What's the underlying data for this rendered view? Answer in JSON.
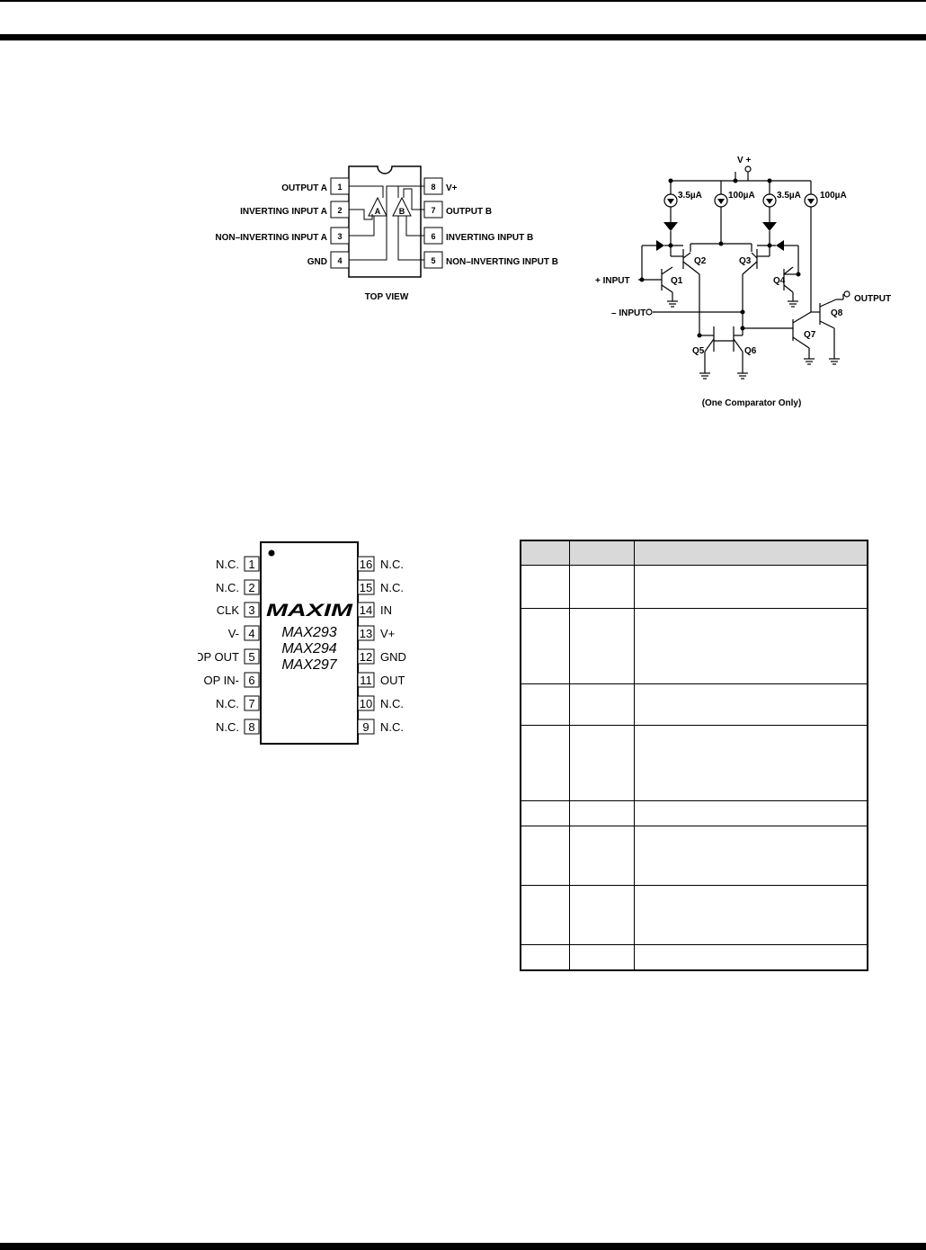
{
  "pinout8": {
    "left_pins": [
      {
        "num": "1",
        "label": "OUTPUT A"
      },
      {
        "num": "2",
        "label": "INVERTING INPUT A"
      },
      {
        "num": "3",
        "label": "NON–INVERTING INPUT A"
      },
      {
        "num": "4",
        "label": "GND"
      }
    ],
    "right_pins": [
      {
        "num": "8",
        "label": "V+"
      },
      {
        "num": "7",
        "label": "OUTPUT B"
      },
      {
        "num": "6",
        "label": "INVERTING INPUT B"
      },
      {
        "num": "5",
        "label": "NON–INVERTING INPUT B"
      }
    ],
    "amp_a": "A",
    "amp_b": "B",
    "caption": "TOP VIEW"
  },
  "schematic": {
    "vplus": "V +",
    "i_left1": "3.5µA",
    "i_left2": "100µA",
    "i_right1": "3.5µA",
    "i_right2": "100µA",
    "plus_input": "+ INPUT",
    "minus_input": "– INPUT",
    "output": "OUTPUT",
    "q1": "Q1",
    "q2": "Q2",
    "q3": "Q3",
    "q4": "Q4",
    "q5": "Q5",
    "q6": "Q6",
    "q7": "Q7",
    "q8": "Q8",
    "caption": "(One Comparator Only)"
  },
  "pinout16": {
    "logo": "MAXIM",
    "part1": "MAX293",
    "part2": "MAX294",
    "part3": "MAX297",
    "left_pins": [
      {
        "num": "1",
        "label": "N.C."
      },
      {
        "num": "2",
        "label": "N.C."
      },
      {
        "num": "3",
        "label": "CLK"
      },
      {
        "num": "4",
        "label": "V-"
      },
      {
        "num": "5",
        "label": "OP OUT"
      },
      {
        "num": "6",
        "label": "OP IN-"
      },
      {
        "num": "7",
        "label": "N.C."
      },
      {
        "num": "8",
        "label": "N.C."
      }
    ],
    "right_pins": [
      {
        "num": "16",
        "label": "N.C."
      },
      {
        "num": "15",
        "label": "N.C."
      },
      {
        "num": "14",
        "label": "IN"
      },
      {
        "num": "13",
        "label": "V+"
      },
      {
        "num": "12",
        "label": "GND"
      },
      {
        "num": "11",
        "label": "OUT"
      },
      {
        "num": "10",
        "label": "N.C."
      },
      {
        "num": "9",
        "label": "N.C."
      }
    ]
  }
}
